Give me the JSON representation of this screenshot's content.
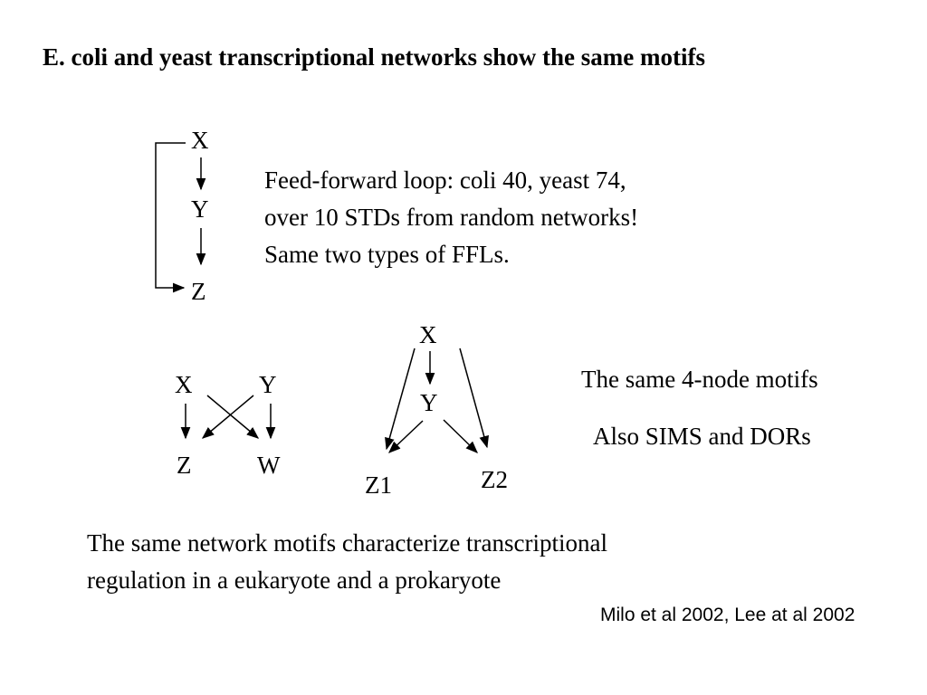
{
  "title": "E. coli and yeast transcriptional networks show the same motifs",
  "ffl": {
    "nodes": {
      "x": "X",
      "y": "Y",
      "z": "Z"
    },
    "description": [
      "Feed-forward loop: coli 40, yeast 74,",
      "over 10 STDs from random networks!",
      "Same two types of FFLs."
    ]
  },
  "bifan": {
    "nodes": {
      "x": "X",
      "y": "Y",
      "z": "Z",
      "w": "W"
    }
  },
  "two_output_ffl": {
    "nodes": {
      "x": "X",
      "y": "Y",
      "z1": "Z1",
      "z2": "Z2"
    }
  },
  "four_node_text": "The same 4-node motifs",
  "sims_text": "Also SIMS and DORs",
  "conclusion": [
    "The same network motifs characterize transcriptional",
    "regulation in a eukaryote and a prokaryote"
  ],
  "reference": "Milo et al 2002, Lee at al 2002"
}
